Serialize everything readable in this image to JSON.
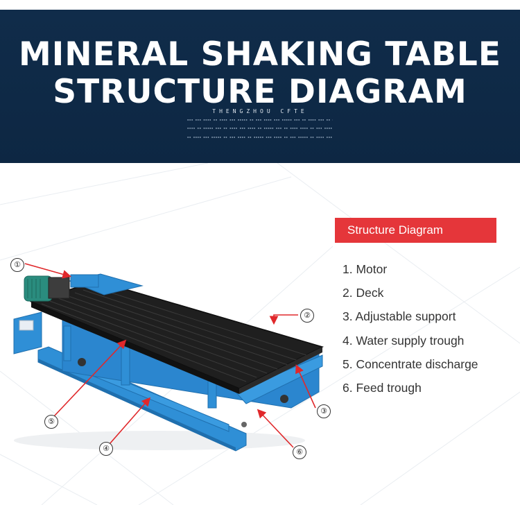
{
  "banner": {
    "title_line1": "MINERAL SHAKING TABLE",
    "title_line2": "STRUCTURE DIAGRAM",
    "subtitle": "THENGZHOU CFTE"
  },
  "section": {
    "heading": "Structure Diagram"
  },
  "legend": [
    "1. Motor",
    "2. Deck",
    "3. Adjustable support",
    "4. Water supply trough",
    "5. Concentrate discharge",
    "6. Feed trough"
  ],
  "callouts": [
    "①",
    "②",
    "③",
    "④",
    "⑤",
    "⑥"
  ],
  "colors": {
    "banner_bg": "#102c4a",
    "heading_bg": "#e5363a",
    "frame_blue": "#2f8fd6",
    "deck_black": "#1f1f1f",
    "motor_teal": "#2a8c7e",
    "arrow_red": "#e0282b"
  }
}
